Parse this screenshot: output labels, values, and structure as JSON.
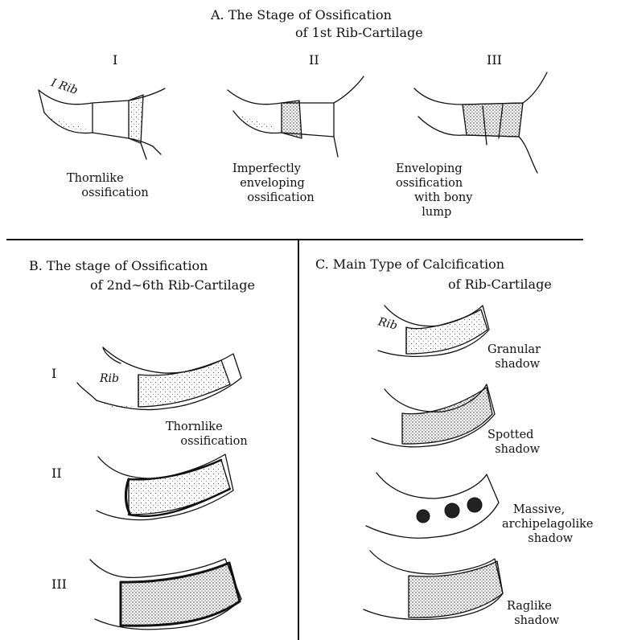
{
  "section_a": {
    "title_line1": "A. The Stage of Ossification",
    "title_line2": "of 1st Rib-Cartilage",
    "stages": [
      {
        "numeral": "I",
        "caption": "Thornlike\n    ossification",
        "rib_label": "I Rib"
      },
      {
        "numeral": "II",
        "caption": "Imperfectly\n  enveloping\n    ossification"
      },
      {
        "numeral": "III",
        "caption": "Enveloping\nossification\n     with bony\n       lump"
      }
    ]
  },
  "section_b": {
    "title_line1": "B. The stage of Ossification",
    "title_line2": "of 2nd∼6th Rib-Cartilage",
    "stages": [
      {
        "numeral": "I",
        "caption": "Thornlike\n    ossification",
        "rib_label": "Rib"
      },
      {
        "numeral": "II"
      },
      {
        "numeral": "III"
      }
    ]
  },
  "section_c": {
    "title_line1": "C. Main Type of Calcification",
    "title_line2": "of Rib-Cartilage",
    "types": [
      {
        "caption": "Granular\n  shadow",
        "rib_label": "Rib"
      },
      {
        "caption": "Spotted\n  shadow"
      },
      {
        "caption": "   Massive,\narchipelagolike\n       shadow"
      },
      {
        "caption": "Raglike\n  shadow"
      }
    ]
  }
}
